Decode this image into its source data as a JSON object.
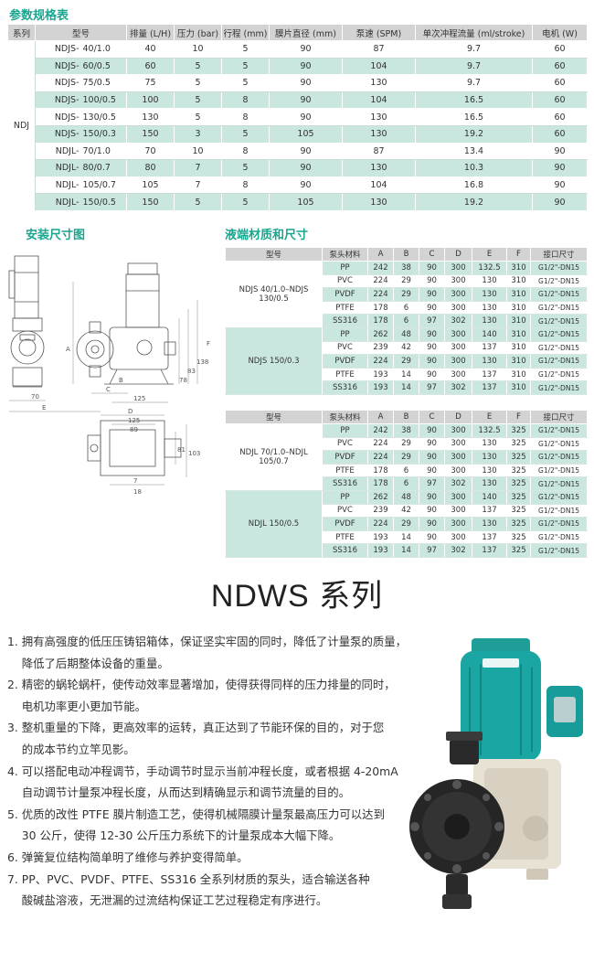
{
  "spec": {
    "title": "参数规格表",
    "headers": [
      "系列",
      "型号",
      "排量 (L/H)",
      "压力 (bar)",
      "行程 (mm)",
      "膜片直径 (mm)",
      "泵速 (SPM)",
      "单次冲程流量 (ml/stroke)",
      "电机 (W)"
    ],
    "group": "NDJ",
    "rows": [
      [
        "NDJS-",
        "40/1.0",
        "40",
        "10",
        "5",
        "90",
        "87",
        "9.7",
        "60"
      ],
      [
        "NDJS-",
        "60/0.5",
        "60",
        "5",
        "5",
        "90",
        "104",
        "9.7",
        "60"
      ],
      [
        "NDJS-",
        "75/0.5",
        "75",
        "5",
        "5",
        "90",
        "130",
        "9.7",
        "60"
      ],
      [
        "NDJS-",
        "100/0.5",
        "100",
        "5",
        "8",
        "90",
        "104",
        "16.5",
        "60"
      ],
      [
        "NDJS-",
        "130/0.5",
        "130",
        "5",
        "8",
        "90",
        "130",
        "16.5",
        "60"
      ],
      [
        "NDJS-",
        "150/0.3",
        "150",
        "3",
        "5",
        "105",
        "130",
        "19.2",
        "60"
      ],
      [
        "NDJL-",
        "70/1.0",
        "70",
        "10",
        "8",
        "90",
        "87",
        "13.4",
        "90"
      ],
      [
        "NDJL-",
        "80/0.7",
        "80",
        "7",
        "5",
        "90",
        "130",
        "10.3",
        "90"
      ],
      [
        "NDJL-",
        "105/0.7",
        "105",
        "7",
        "8",
        "90",
        "104",
        "16.8",
        "90"
      ],
      [
        "NDJL-",
        "150/0.5",
        "150",
        "5",
        "5",
        "105",
        "130",
        "19.2",
        "90"
      ]
    ]
  },
  "install": {
    "title": "安装尺寸图",
    "dims": {
      "a": "A",
      "b": "B",
      "c": "C",
      "d": "D",
      "e": "E",
      "d70": "70",
      "d125": "125",
      "d78": "78",
      "d83": "83",
      "d138": "138",
      "dF": "F",
      "d125b": "125",
      "d89": "89",
      "d81": "81",
      "d103": "103",
      "d7": "7",
      "d18": "18"
    }
  },
  "material": {
    "title": "液端材质和尺寸",
    "headers": [
      "型号",
      "泵头材料",
      "A",
      "B",
      "C",
      "D",
      "E",
      "F",
      "接口尺寸"
    ],
    "tables": [
      {
        "groups": [
          {
            "model": [
              "NDJS 40/1.0–NDJS",
              "130/0.5"
            ],
            "rows": [
              [
                "PP",
                "242",
                "38",
                "90",
                "300",
                "132.5",
                "310",
                "G1/2\"-DN15"
              ],
              [
                "PVC",
                "224",
                "29",
                "90",
                "300",
                "130",
                "310",
                "G1/2\"-DN15"
              ],
              [
                "PVDF",
                "224",
                "29",
                "90",
                "300",
                "130",
                "310",
                "G1/2\"-DN15"
              ],
              [
                "PTFE",
                "178",
                "6",
                "90",
                "300",
                "130",
                "310",
                "G1/2\"-DN15"
              ],
              [
                "SS316",
                "178",
                "6",
                "97",
                "302",
                "130",
                "310",
                "G1/2\"-DN15"
              ]
            ]
          },
          {
            "model": [
              "NDJS 150/0.3"
            ],
            "rows": [
              [
                "PP",
                "262",
                "48",
                "90",
                "300",
                "140",
                "310",
                "G1/2\"-DN15"
              ],
              [
                "PVC",
                "239",
                "42",
                "90",
                "300",
                "137",
                "310",
                "G1/2\"-DN15"
              ],
              [
                "PVDF",
                "224",
                "29",
                "90",
                "300",
                "130",
                "310",
                "G1/2\"-DN15"
              ],
              [
                "PTFE",
                "193",
                "14",
                "90",
                "300",
                "137",
                "310",
                "G1/2\"-DN15"
              ],
              [
                "SS316",
                "193",
                "14",
                "97",
                "302",
                "137",
                "310",
                "G1/2\"-DN15"
              ]
            ]
          }
        ]
      },
      {
        "groups": [
          {
            "model": [
              "NDJL 70/1.0–NDJL",
              "105/0.7"
            ],
            "rows": [
              [
                "PP",
                "242",
                "38",
                "90",
                "300",
                "132.5",
                "325",
                "G1/2\"-DN15"
              ],
              [
                "PVC",
                "224",
                "29",
                "90",
                "300",
                "130",
                "325",
                "G1/2\"-DN15"
              ],
              [
                "PVDF",
                "224",
                "29",
                "90",
                "300",
                "130",
                "325",
                "G1/2\"-DN15"
              ],
              [
                "PTFE",
                "178",
                "6",
                "90",
                "300",
                "130",
                "325",
                "G1/2\"-DN15"
              ],
              [
                "SS316",
                "178",
                "6",
                "97",
                "302",
                "130",
                "325",
                "G1/2\"-DN15"
              ]
            ]
          },
          {
            "model": [
              "NDJL 150/0.5"
            ],
            "rows": [
              [
                "PP",
                "262",
                "48",
                "90",
                "300",
                "140",
                "325",
                "G1/2\"-DN15"
              ],
              [
                "PVC",
                "239",
                "42",
                "90",
                "300",
                "137",
                "325",
                "G1/2\"-DN15"
              ],
              [
                "PVDF",
                "224",
                "29",
                "90",
                "300",
                "130",
                "325",
                "G1/2\"-DN15"
              ],
              [
                "PTFE",
                "193",
                "14",
                "90",
                "300",
                "137",
                "325",
                "G1/2\"-DN15"
              ],
              [
                "SS316",
                "193",
                "14",
                "97",
                "302",
                "137",
                "325",
                "G1/2\"-DN15"
              ]
            ]
          }
        ]
      }
    ]
  },
  "ndws": {
    "title": "NDWS 系列",
    "lines": [
      "1. 拥有高强度的低压压铸铝箱体，保证坚实牢固的同时，降低了计量泵的质量，",
      "    降低了后期整体设备的重量。",
      "2. 精密的蜗轮蜗杆，使传动效率显著增加，使得获得同样的压力排量的同时，",
      "    电机功率更小更加节能。",
      "3. 整机重量的下降，更高效率的运转，真正达到了节能环保的目的，对于您",
      "    的成本节约立竿见影。",
      "4. 可以搭配电动冲程调节，手动调节时显示当前冲程长度，或者根据 4-20mA",
      "    自动调节计量泵冲程长度，从而达到精确显示和调节流量的目的。",
      "5. 优质的改性 PTFE 膜片制造工艺，使得机械隔膜计量泵最高压力可以达到",
      "    30 公斤，使得 12-30 公斤压力系统下的计量泵成本大幅下降。",
      "6. 弹簧复位结构简单明了维修与养护变得简单。",
      "7. PP、PVC、PVDF、PTFE、SS316 全系列材质的泵头，适合输送各种",
      "    酸碱盐溶液，无泄漏的过流结构保证工艺过程稳定有序进行。"
    ]
  },
  "colors": {
    "accent": "#1aa58f",
    "row_highlight": "#c9e6df",
    "header_bg": "#d3d3d3",
    "pump_teal": "#1aa7a4"
  }
}
